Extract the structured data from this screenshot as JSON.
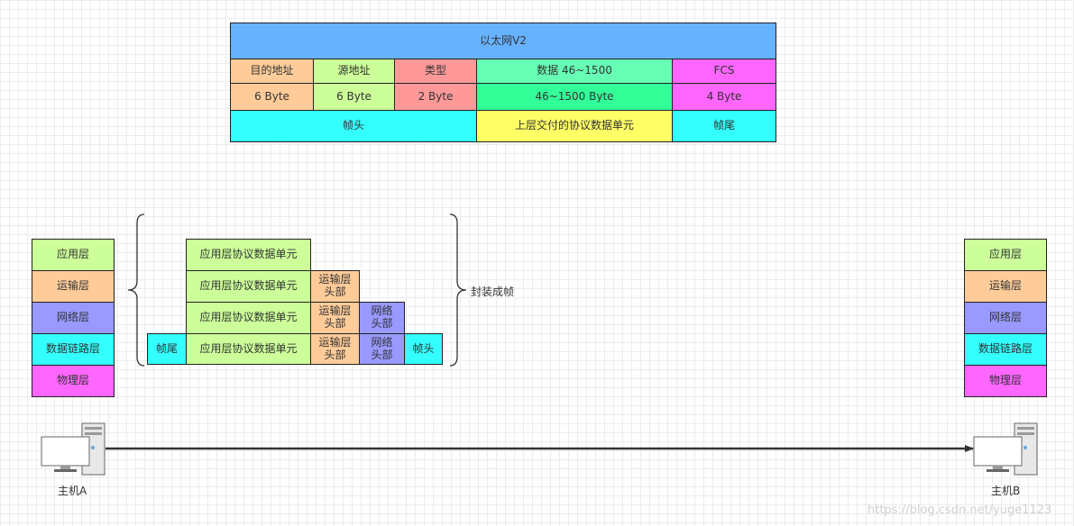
{
  "frame": {
    "title": "以太网V2",
    "fields": {
      "dst": {
        "name": "目的地址",
        "size": "6 Byte"
      },
      "src": {
        "name": "源地址",
        "size": "6 Byte"
      },
      "type": {
        "name": "类型",
        "size": "2 Byte"
      },
      "data": {
        "name": "数据 46~1500",
        "size": "46~1500 Byte"
      },
      "fcs": {
        "name": "FCS",
        "size": "4 Byte"
      }
    },
    "groups": {
      "header": "帧头",
      "payload": "上层交付的协议数据单元",
      "trailer": "帧尾"
    }
  },
  "layers": [
    "应用层",
    "运输层",
    "网络层",
    "数据链路层",
    "物理层"
  ],
  "encapsulation": {
    "app_pdu": "应用层协议数据单元",
    "transport_header": "运输层头部",
    "network_header": "网络头部",
    "frame_header": "帧头",
    "frame_trailer": "帧尾",
    "label": "封装成帧"
  },
  "hosts": {
    "a": "主机A",
    "b": "主机B"
  },
  "watermark": "https://blog.csdn.net/yuge1123",
  "colors": {
    "title_blue": "#66b2ff",
    "orange": "#ffcc99",
    "green_light": "#ccff99",
    "red": "#ff9999",
    "mint": "#66ffb3",
    "mint_dark": "#33ff99",
    "magenta": "#ff66ff",
    "cyan": "#33ffff",
    "yellow": "#ffff66",
    "purple": "#9999ff"
  }
}
